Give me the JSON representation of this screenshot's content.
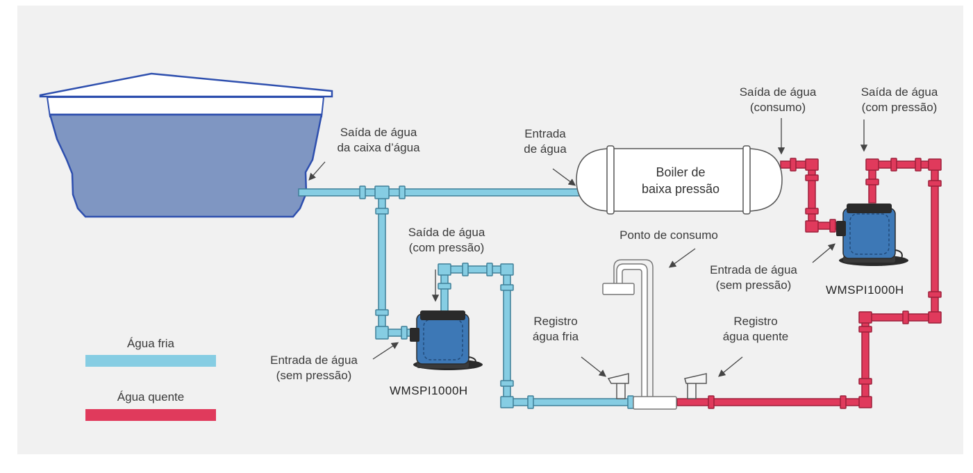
{
  "colors": {
    "background": "#f1f1f1",
    "cold_water": "#86cde3",
    "hot_water": "#e03a5c",
    "tank_water": "#7f96c2",
    "tank_outline": "#2e4fae",
    "pump_body": "#3d78b6",
    "pump_dark": "#2a2a2a"
  },
  "labels": {
    "tank_outlet": [
      "Saída de água",
      "da caixa d’água"
    ],
    "boiler_inlet": [
      "Entrada",
      "de água"
    ],
    "boiler_name": [
      "Boiler de",
      "baixa pressão"
    ],
    "boiler_outlet": [
      "Saída de água",
      "(consumo)"
    ],
    "hot_pump_outlet": [
      "Saída de água",
      "(com pressão)"
    ],
    "cold_pump_outlet": [
      "Saída de água",
      "(com pressão)"
    ],
    "consumption_point": "Ponto de consumo",
    "hot_pump_inlet": [
      "Entrada de água",
      "(sem pressão)"
    ],
    "cold_pump_inlet": [
      "Entrada de água",
      "(sem pressão)"
    ],
    "cold_valve": [
      "Registro",
      "água fria"
    ],
    "hot_valve": [
      "Registro",
      "água quente"
    ],
    "cold_pump_model": "WMSPI1000H",
    "hot_pump_model": "WMSPI1000H"
  },
  "legend": {
    "cold": "Água fria",
    "hot": "Água quente"
  }
}
